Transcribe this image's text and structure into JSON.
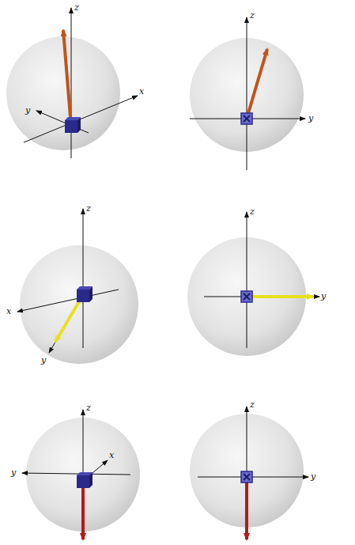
{
  "diagram": {
    "labels": [
      "z",
      "y",
      "x",
      "z",
      "y",
      "z",
      "x",
      "y",
      "z",
      "y",
      "z",
      "x",
      "y",
      "z",
      "y"
    ]
  }
}
